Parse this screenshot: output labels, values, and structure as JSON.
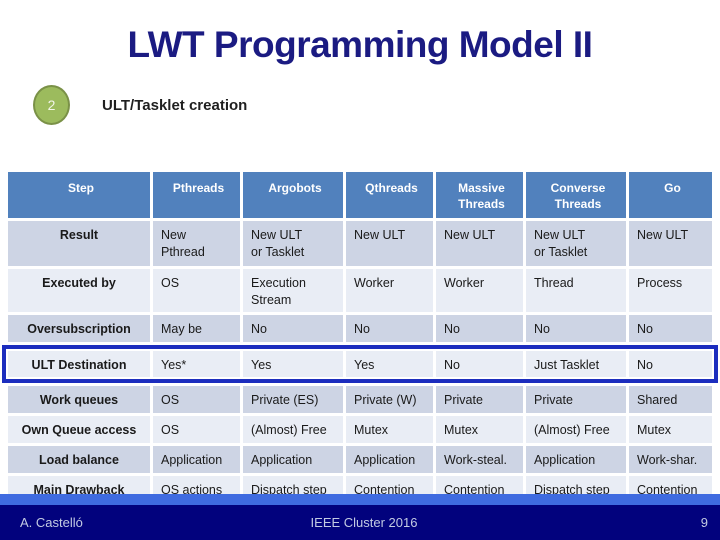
{
  "slide": {
    "title": "LWT Programming Model II",
    "bullet": {
      "number": "2",
      "text": "ULT/Tasklet creation"
    }
  },
  "table": {
    "columns": [
      "Step",
      "Pthreads",
      "Argobots",
      "Qthreads",
      "Massive\nThreads",
      "Converse\nThreads",
      "Go"
    ],
    "rows": [
      {
        "label": "Result",
        "values": [
          "New\nPthread",
          "New ULT\nor Tasklet",
          "New ULT",
          "New ULT",
          "New ULT\nor Tasklet",
          "New ULT"
        ],
        "height": 45,
        "highlight": false
      },
      {
        "label": "Executed by",
        "values": [
          "OS",
          "Execution\nStream",
          "Worker",
          "Worker",
          "Thread",
          "Process"
        ],
        "height": 43,
        "highlight": false
      },
      {
        "label": "Oversubscription",
        "values": [
          "May be",
          "No",
          "No",
          "No",
          "No",
          "No"
        ],
        "height": 27,
        "highlight": false
      },
      {
        "label": "ULT Destination",
        "values": [
          "Yes*",
          "Yes",
          "Yes",
          "No",
          "Just Tasklet",
          "No"
        ],
        "height": 26,
        "highlight": true
      },
      {
        "label": "Work queues",
        "values": [
          "OS",
          "Private (ES)",
          "Private (W)",
          "Private",
          "Private",
          "Shared"
        ],
        "height": 27,
        "highlight": false
      },
      {
        "label": "Own Queue access",
        "values": [
          "OS",
          "(Almost) Free",
          "Mutex",
          "Mutex",
          "(Almost) Free",
          "Mutex"
        ],
        "height": 27,
        "highlight": false
      },
      {
        "label": "Load balance",
        "values": [
          "Application",
          "Application",
          "Application",
          "Work-steal.",
          "Application",
          "Work-shar."
        ],
        "height": 27,
        "highlight": false
      },
      {
        "label": "Main Drawback",
        "values": [
          "OS actions",
          "Dispatch step",
          "Contention",
          "Contention",
          "Dispatch step",
          "Contention"
        ],
        "height": 28,
        "highlight": false
      }
    ]
  },
  "footer": {
    "author": "A. Castelló",
    "conference": "IEEE Cluster 2016",
    "page_number": "9"
  },
  "colors": {
    "title": "#1b1b82",
    "header_bg": "#5181bd",
    "band_dark": "#cdd4e4",
    "band_light": "#e9edf5",
    "highlight_border": "#1c2dbe",
    "footer_bg": "#02027d",
    "footer_strip": "#3f6be0",
    "circle_fill": "#9cbb5d",
    "circle_border": "#7a9147"
  }
}
